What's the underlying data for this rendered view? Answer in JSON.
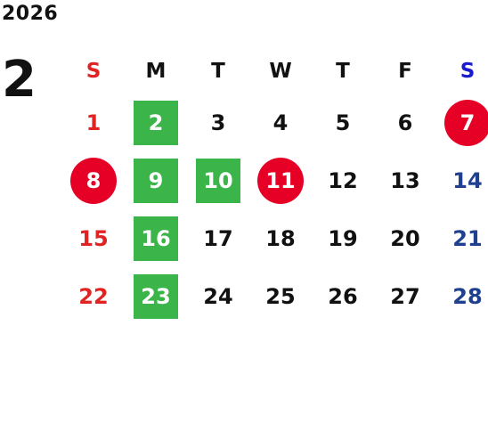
{
  "calendar": {
    "year": "2026",
    "month": "2",
    "weekdays": [
      "S",
      "M",
      "T",
      "W",
      "T",
      "F",
      "S"
    ],
    "weeks": [
      [
        "1",
        "2",
        "3",
        "4",
        "5",
        "6",
        "7"
      ],
      [
        "8",
        "9",
        "10",
        "11",
        "12",
        "13",
        "14"
      ],
      [
        "15",
        "16",
        "17",
        "18",
        "19",
        "20",
        "21"
      ],
      [
        "22",
        "23",
        "24",
        "25",
        "26",
        "27",
        "28"
      ]
    ],
    "colors": {
      "sunday": "#e02424",
      "saturday": "#1f3f8f",
      "saturday_header": "#1a1ad0",
      "highlight_green": "#3bb54a",
      "holiday_red": "#e60026",
      "text": "#111111"
    }
  }
}
